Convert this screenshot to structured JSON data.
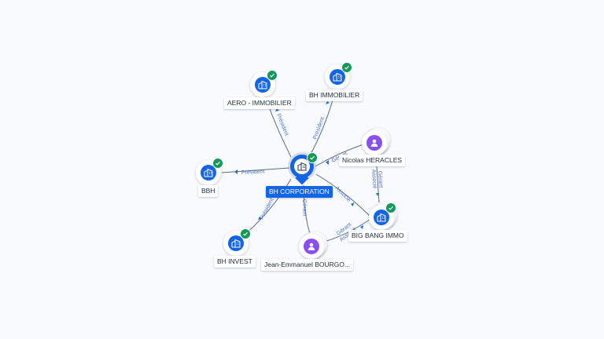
{
  "nodes": {
    "center": {
      "label": "BH CORPORATION",
      "icon": "building-icon",
      "verified": true
    },
    "aero": {
      "label": "AERO - IMMOBILIER",
      "icon": "building-icon",
      "verified": true
    },
    "bhimmo": {
      "label": "BH IMMOBILIER",
      "icon": "building-icon",
      "verified": true
    },
    "bbh": {
      "label": "BBH",
      "icon": "building-icon",
      "verified": true
    },
    "bhinvest": {
      "label": "BH INVEST",
      "icon": "building-icon",
      "verified": true
    },
    "nicolas": {
      "label": "Nicolas HERACLES",
      "icon": "person-icon"
    },
    "bigbang": {
      "label": "BIG BANG IMMO",
      "icon": "building-icon",
      "verified": true
    },
    "jean": {
      "label": "Jean-Emmanuel BOURGO...",
      "icon": "person-icon"
    }
  },
  "edges": {
    "aero": "Président",
    "bhimmo": "Président",
    "bbh": "Président",
    "bhinvest": "Président",
    "nicolas": "Gérant",
    "bigbang": "Associé",
    "jean": "Gérant",
    "nicolas_bigbang_1": "Gérant",
    "nicolas_bigbang_2": "Associé",
    "jean_bigbang_1": "Gérant",
    "jean_bigbang_2": "Associé"
  },
  "colors": {
    "company": "#1464e6",
    "person": "#8a4ff0",
    "verified": "#12985a",
    "edge_label": "#4f72c9"
  }
}
